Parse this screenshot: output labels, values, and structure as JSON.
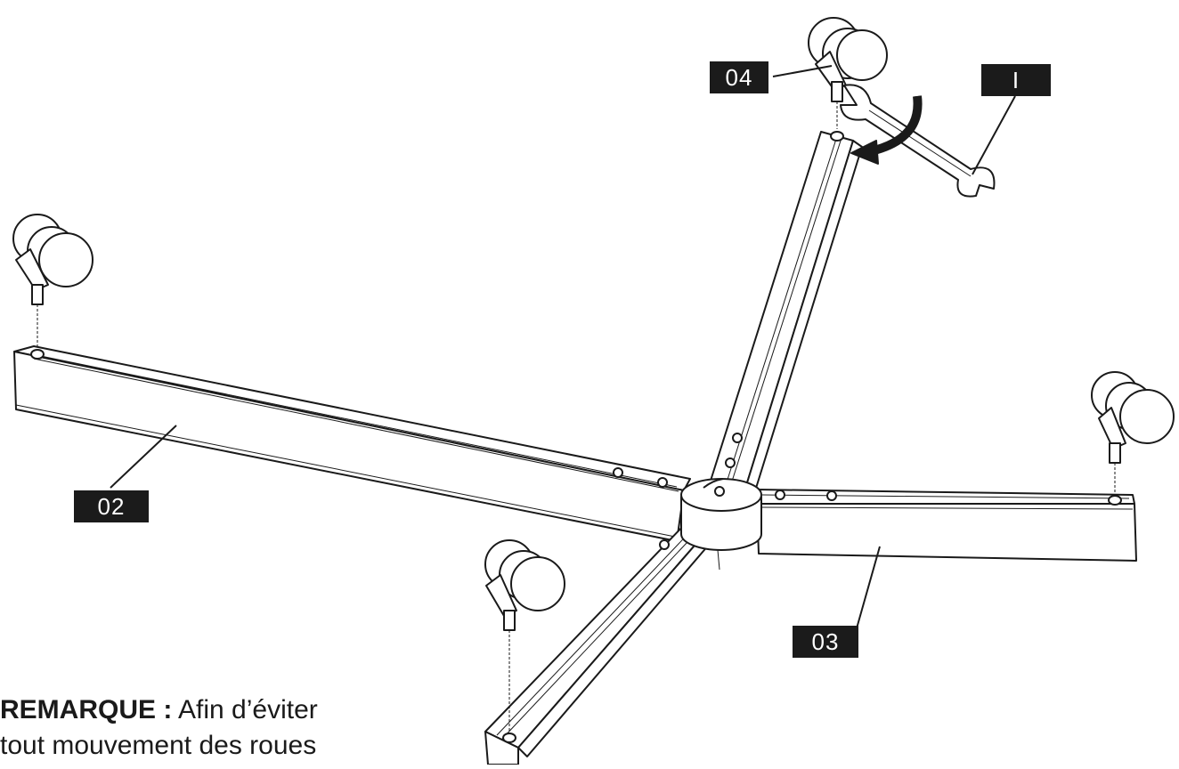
{
  "diagram": {
    "callouts": {
      "part_02": "02",
      "part_03": "03",
      "part_04": "04",
      "tool_I": "I"
    },
    "note": {
      "heading": "REMARQUE :",
      "line1": "Afin d’éviter",
      "line2": "tout mouvement des roues"
    }
  }
}
